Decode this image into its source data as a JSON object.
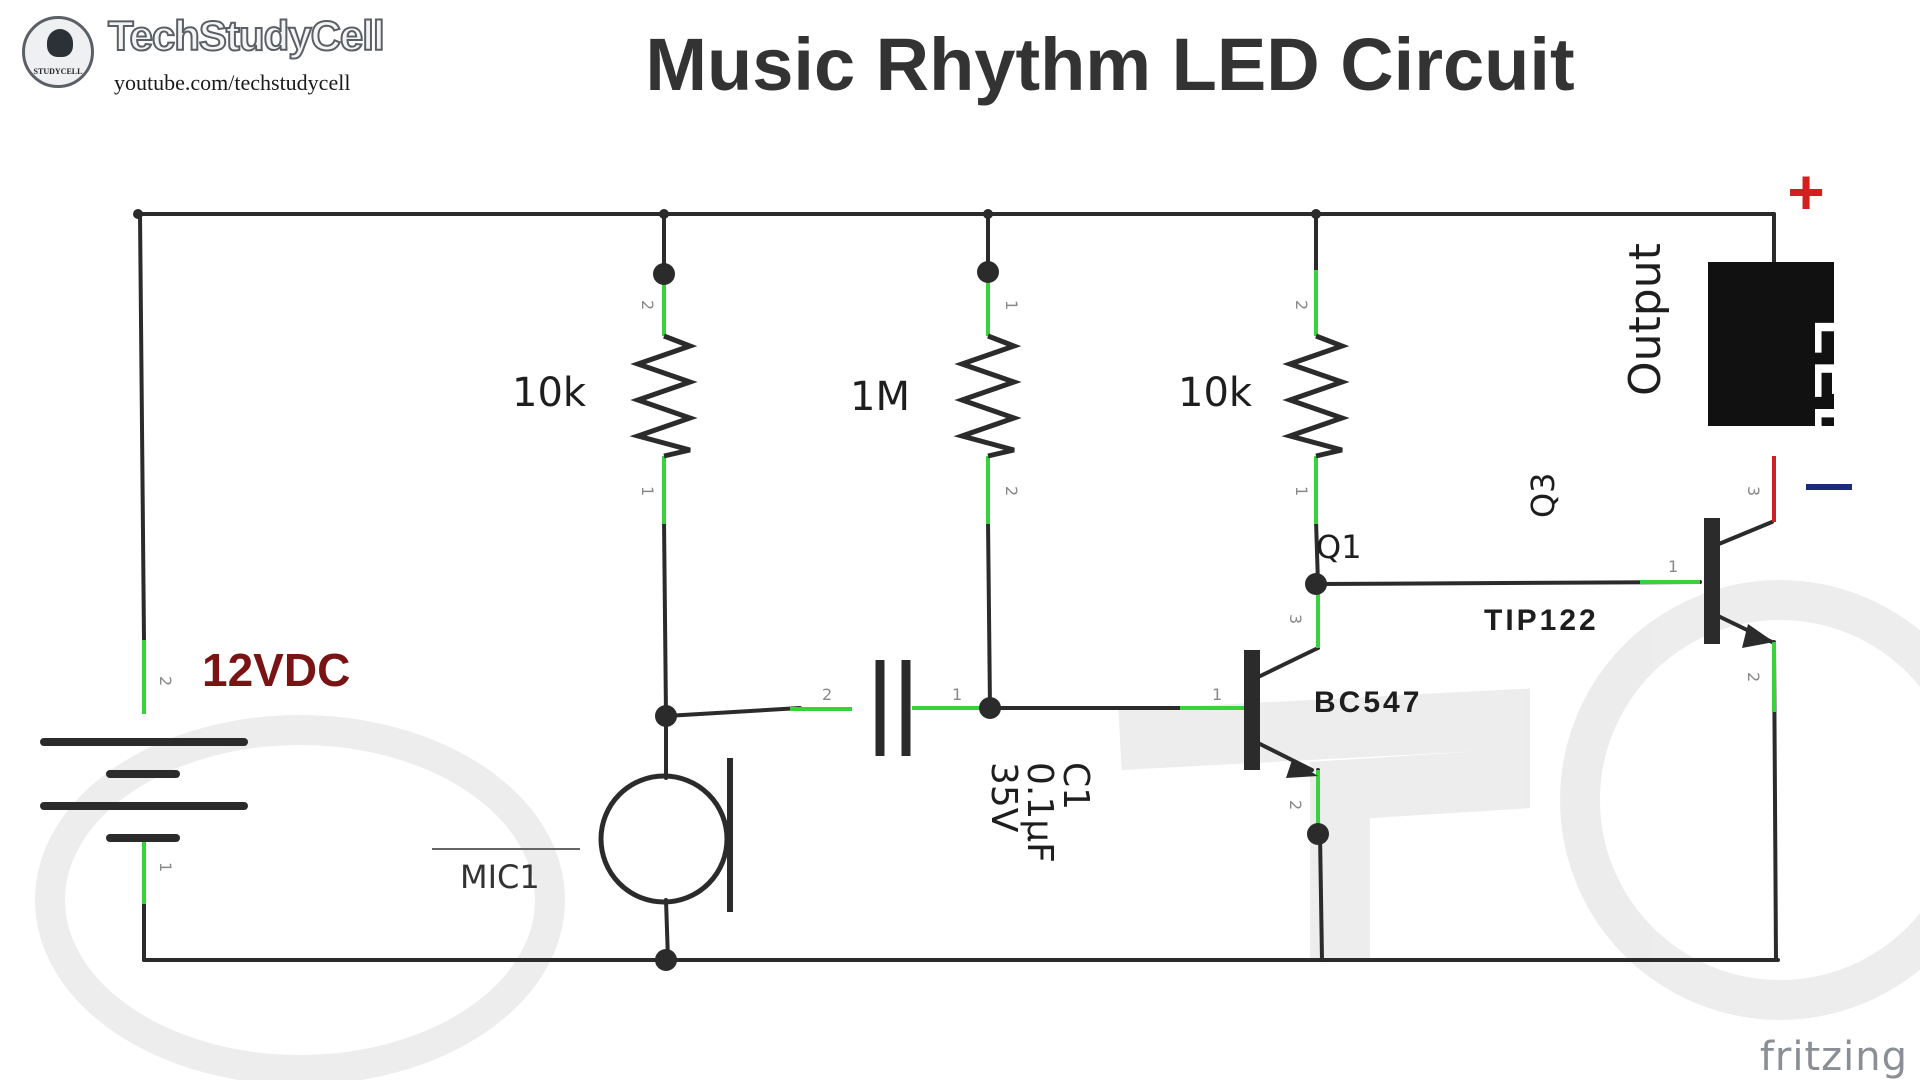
{
  "header": {
    "brand_name": "TechStudyCell",
    "brand_url": "youtube.com/techstudycell",
    "logo_inner_text": "STUDYCELL",
    "title": "Music Rhythm LED Circuit"
  },
  "components": {
    "battery": {
      "label": "12VDC"
    },
    "r1": {
      "value": "10k"
    },
    "r2": {
      "value": "1M"
    },
    "r3": {
      "value": "10k"
    },
    "capacitor": {
      "name": "C1",
      "value": "0.1µF",
      "voltage": "35V"
    },
    "mic": {
      "label": "MIC1"
    },
    "q1": {
      "name": "Q1",
      "part": "BC547"
    },
    "q3": {
      "name": "Q3",
      "part": "TIP122"
    },
    "led": {
      "letters": [
        "L",
        "E",
        "D"
      ],
      "caption": "Output"
    }
  },
  "pins": {
    "battery_top": "2",
    "battery_bottom": "1",
    "r1_top": "2",
    "r1_bottom": "1",
    "r2_top": "1",
    "r2_bottom": "2",
    "r3_top": "2",
    "r3_bottom": "1",
    "cap_left": "2",
    "cap_right": "1",
    "q1_base": "1",
    "q1_collector": "3",
    "q1_emitter": "2",
    "q3_base": "1",
    "q3_collector": "3",
    "q3_emitter": "2"
  },
  "polarity": {
    "plus": "+",
    "minus": "−"
  },
  "footer": {
    "brand": "fritzing"
  },
  "colors": {
    "wire": "#2b2b2b",
    "wire_highlight": "#38d23a",
    "battery_label": "#7a1414",
    "plus": "#d21f1f",
    "minus": "#1c2a7a",
    "led_bg": "#111111",
    "led_text": "#ffffff",
    "led_lead": "#cc2222"
  }
}
